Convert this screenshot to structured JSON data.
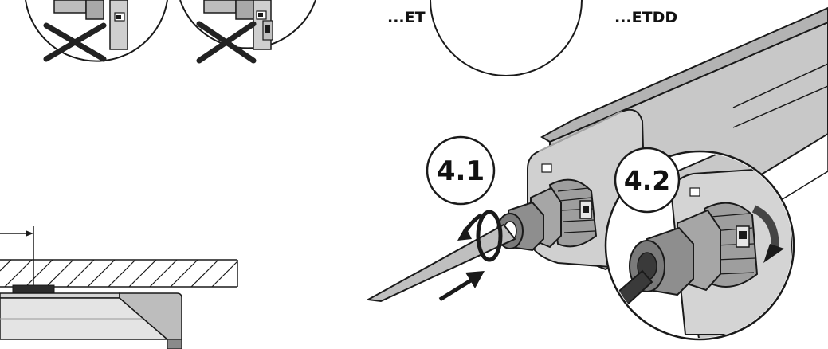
{
  "variant_labels": {
    "left": "...ET",
    "right": "...ETDD"
  },
  "steps": [
    {
      "id": "step-4-1",
      "label": "4.1"
    },
    {
      "id": "step-4-2",
      "label": "4.2"
    }
  ],
  "colors": {
    "line": "#1a1a1a",
    "housing_light": "#c9c9c9",
    "housing_mid": "#a9a9a9",
    "housing_dark": "#8a8a8a",
    "metal_dark": "#555555",
    "background": "#ffffff"
  },
  "icons": [
    "cross-icon",
    "arrow-icon",
    "rotate-arrow-icon"
  ]
}
